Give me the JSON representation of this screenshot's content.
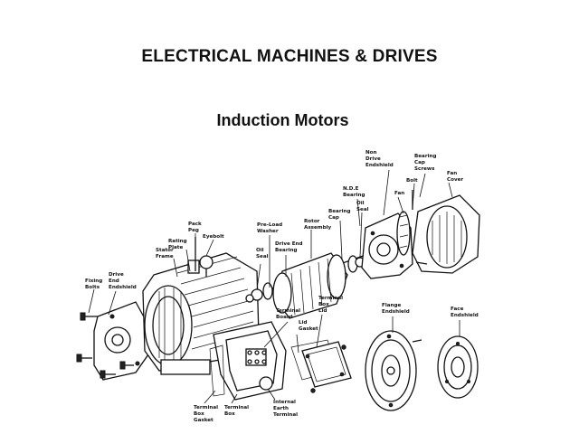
{
  "title": "ELECTRICAL MACHINES & DRIVES",
  "subtitle": "Induction Motors",
  "labels": {
    "non_drive_endshield": [
      "Non",
      "Drive",
      "Endshield"
    ],
    "bearing_cap_screws": [
      "Bearing",
      "Cap",
      "Screws"
    ],
    "fan_cover": [
      "Fan",
      "Cover"
    ],
    "bolt": [
      "Bolt"
    ],
    "nde_bearing": [
      "N.D.E",
      "Bearing"
    ],
    "fan": [
      "Fan"
    ],
    "oil_seal_right": [
      "Oil",
      "Seal"
    ],
    "bearing_cap": [
      "Bearing",
      "Cap"
    ],
    "rotor_assembly": [
      "Rotor",
      "Assembly"
    ],
    "pre_load_washer": [
      "Pre-Load",
      "Washer"
    ],
    "pack_peg": [
      "Pack",
      "Peg"
    ],
    "eyebolt": [
      "Eyebolt"
    ],
    "rating_plate": [
      "Rating",
      "Plate"
    ],
    "stator_frame": [
      "Stator",
      "Frame"
    ],
    "drive_end_bearing": [
      "Drive End",
      "Bearing"
    ],
    "oil_seal_left": [
      "Oil",
      "Seal"
    ],
    "fixing_bolts": [
      "Fixing",
      "Bolts"
    ],
    "drive_end_endshield": [
      "Drive",
      "End",
      "Endshield"
    ],
    "terminal_box_lid": [
      "Terminal",
      "Box",
      "Lid"
    ],
    "terminal_board": [
      "Terminal",
      "Board"
    ],
    "lid_gasket": [
      "Lid",
      "Gasket"
    ],
    "flange_endshield": [
      "Flange",
      "Endshield"
    ],
    "face_endshield": [
      "Face",
      "Endshield"
    ],
    "terminal_box_gasket": [
      "Terminal",
      "Box",
      "Gasket"
    ],
    "terminal_box": [
      "Terminal",
      "Box"
    ],
    "internal_earth_terminal": [
      "Internal",
      "Earth",
      "Terminal"
    ]
  }
}
